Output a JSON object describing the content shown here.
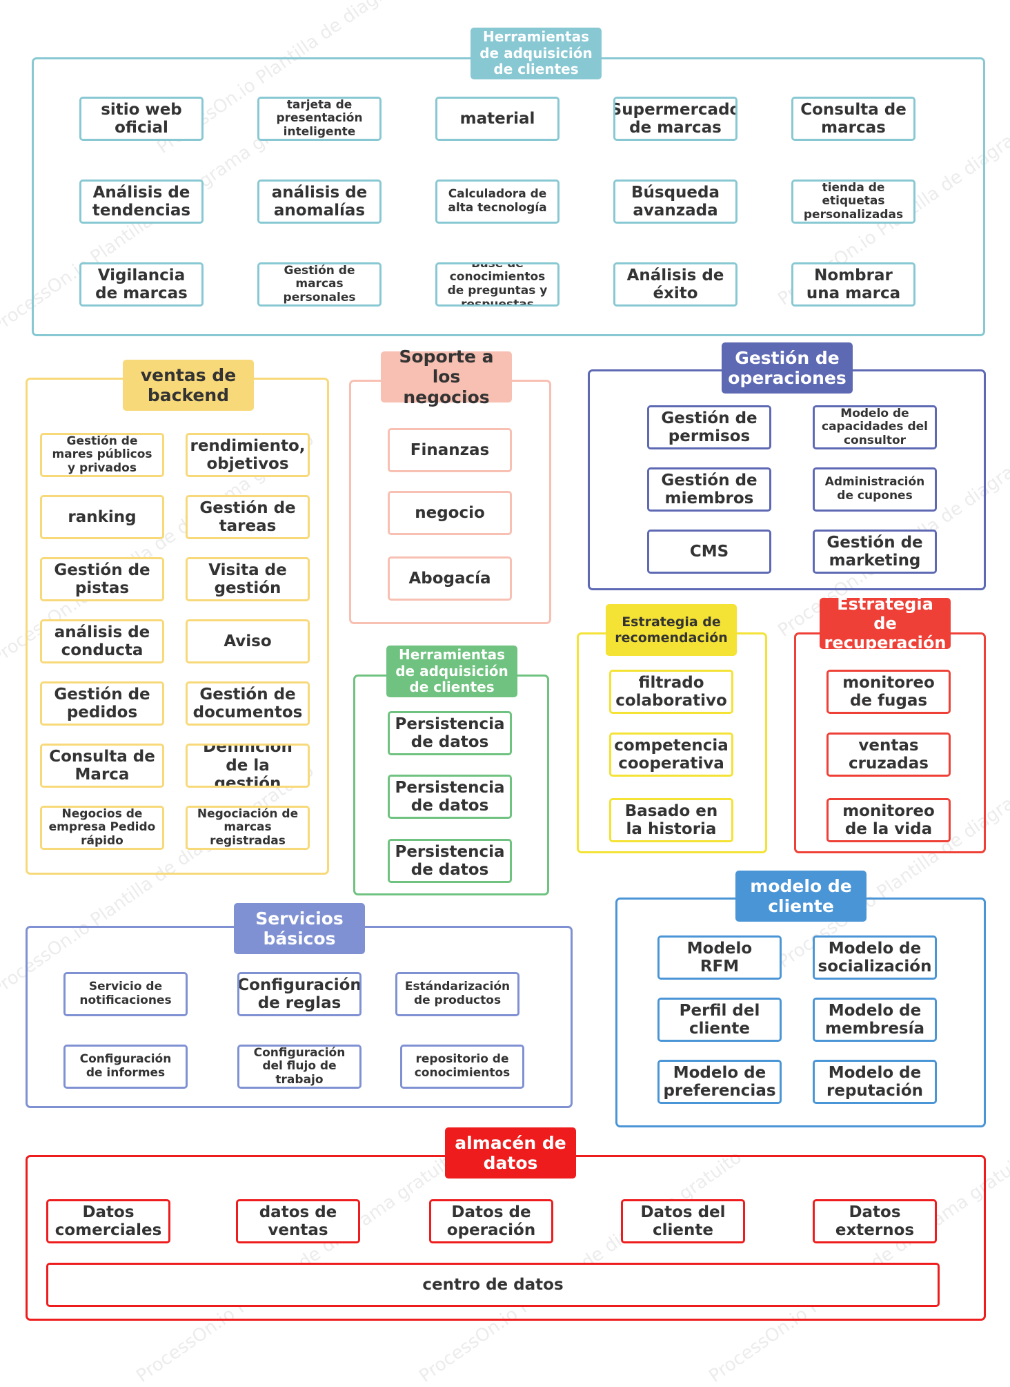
{
  "watermark": "ProcessOn.io Plantilla de diagrama gratuito",
  "colors": {
    "teal": "#88c8d3",
    "yellow": "#f8d97a",
    "salmon": "#f7c0b2",
    "indigo": "#5e69b4",
    "green": "#6fc27f",
    "lemon": "#f4e234",
    "red": "#ee4036",
    "periwinkle": "#7f91d2",
    "blue": "#4a95d6",
    "bright_red": "#ee1c1c"
  },
  "groups": {
    "acquisition_tools": {
      "title": "Herramientas de adquisición de clientes",
      "items": [
        "sitio web oficial",
        "tarjeta de presentación inteligente",
        "material",
        "Supermercado de marcas",
        "Consulta de marcas",
        "Análisis de tendencias",
        "análisis de anomalías",
        "Calculadora de alta tecnología",
        "Búsqueda avanzada",
        "tienda de etiquetas personalizadas",
        "Vigilancia de marcas",
        "Gestión de marcas personales",
        "Base de conocimientos de preguntas y respuestas",
        "Análisis de éxito",
        "Nombrar una marca"
      ]
    },
    "backend_sales": {
      "title": "ventas de backend",
      "items": [
        "Gestión de mares públicos y privados",
        "rendimiento, objetivos",
        "ranking",
        "Gestión de tareas",
        "Gestión de pistas",
        "Visita de gestión",
        "análisis de conducta",
        "Aviso",
        "Gestión de pedidos",
        "Gestión de documentos",
        "Consulta de Marca",
        "Definición de la gestión",
        "Negocios de empresa Pedido rápido",
        "Negociación de marcas registradas"
      ]
    },
    "business_support": {
      "title": "Soporte a los negocios",
      "items": [
        "Finanzas",
        "negocio",
        "Abogacía"
      ]
    },
    "operations": {
      "title": "Gestión de operaciones",
      "items": [
        "Gestión de permisos",
        "Modelo de capacidades del consultor",
        "Gestión de miembros",
        "Administración de cupones",
        "CMS",
        "Gestión de marketing"
      ]
    },
    "acquisition_tools_2": {
      "title": "Herramientas de adquisición de clientes",
      "items": [
        "Persistencia de datos",
        "Persistencia de datos",
        "Persistencia de datos"
      ]
    },
    "recommendation": {
      "title": "Estrategia de recomendación",
      "items": [
        "filtrado colaborativo",
        "competencia cooperativa",
        "Basado en la historia"
      ]
    },
    "recovery": {
      "title": "Estrategia de recuperación",
      "items": [
        "monitoreo de fugas",
        "ventas cruzadas",
        "monitoreo de la vida"
      ]
    },
    "basic_services": {
      "title": "Servicios básicos",
      "items": [
        "Servicio de notificaciones",
        "Configuración de reglas",
        "Estándarización de productos",
        "Configuración de informes",
        "Configuración del flujo de trabajo",
        "repositorio de conocimientos"
      ]
    },
    "customer_model": {
      "title": "modelo de cliente",
      "items": [
        "Modelo RFM",
        "Modelo de socialización",
        "Perfil del cliente",
        "Modelo de membresía",
        "Modelo de preferencias",
        "Modelo de reputación"
      ]
    },
    "data_warehouse": {
      "title": "almacén de datos",
      "items": [
        "Datos comerciales",
        "datos de ventas",
        "Datos de operación",
        "Datos del cliente",
        "Datos externos"
      ],
      "center": "centro de datos"
    }
  }
}
